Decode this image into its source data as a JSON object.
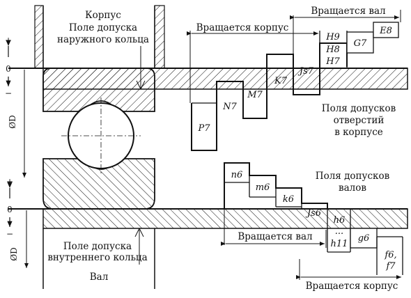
{
  "labels": {
    "housing": "Корпус",
    "outer_ring_tol_1": "Поле допуска",
    "outer_ring_tol_2": "наружного кольца",
    "inner_ring_tol_1": "Поле допуска",
    "inner_ring_tol_2": "внутреннего кольца",
    "shaft": "Вал",
    "housing_holes_1": "Поля допусков",
    "housing_holes_2": "отверстий",
    "housing_holes_3": "в корпусе",
    "shaft_fields_1": "Поля допусков",
    "shaft_fields_2": "валов",
    "rotating_shaft_top": "Вращается вал",
    "rotating_housing_top": "Вращается корпус",
    "rotating_shaft_bottom": "Вращается вал",
    "rotating_housing_bottom": "Вращается корпус"
  },
  "axis": {
    "plus": "+",
    "zero": "0",
    "minus": "−",
    "diameter": "ØD",
    "plus_2": "+",
    "zero_2": "0",
    "minus_2": "−",
    "diameter_2": "ØD"
  },
  "housing_zones": [
    "P7",
    "N7",
    "M7",
    "K7",
    "Js7",
    "H9",
    "H8",
    "H7",
    "G7",
    "E8"
  ],
  "shaft_zones": [
    "n6",
    "m6",
    "k6",
    "Js6",
    "h6",
    "...",
    "h11",
    "g6",
    "f6,",
    "f7"
  ],
  "colors": {
    "ink": "#111111",
    "paper": "#ffffff"
  }
}
